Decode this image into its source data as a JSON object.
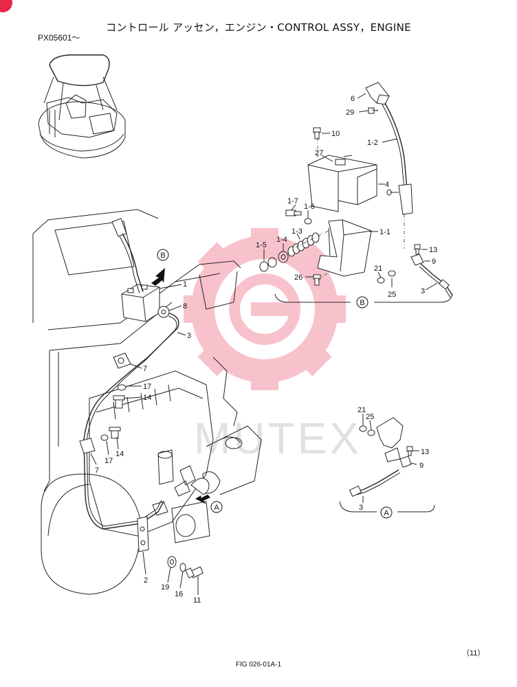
{
  "header": {
    "title": "コントロール アッセン，エンジン・CONTROL ASSY，ENGINE",
    "serial": "PX05601～"
  },
  "footer": {
    "page": "（11）",
    "figure": "FIG 026-01A-1"
  },
  "watermark": {
    "text": "MUTEX",
    "color": "#e8274b"
  },
  "view_labels": {
    "b_main": "B",
    "b_detail": "B",
    "a_main": "A",
    "a_detail": "A"
  },
  "callouts": {
    "p6": "6",
    "p29": "29",
    "p10": "10",
    "p1_2": "1-2",
    "p27": "27",
    "p4": "4",
    "p1_7": "1-7",
    "p1_6": "1-6",
    "p1_1": "1-1",
    "p1_3": "1-3",
    "p1_4": "1-4",
    "p1_5": "1-5",
    "p13": "13",
    "p9": "9",
    "p21": "21",
    "p25": "25",
    "p26": "26",
    "p3": "3",
    "m1": "1",
    "m8": "8",
    "m3": "3",
    "m7a": "7",
    "m17a": "17",
    "m14a": "14",
    "m17b": "17",
    "m14b": "14",
    "m7b": "7",
    "m2": "2",
    "m19": "19",
    "m16": "16",
    "m11": "11",
    "a21": "21",
    "a25": "25",
    "a13": "13",
    "a9": "9",
    "a3": "3"
  }
}
